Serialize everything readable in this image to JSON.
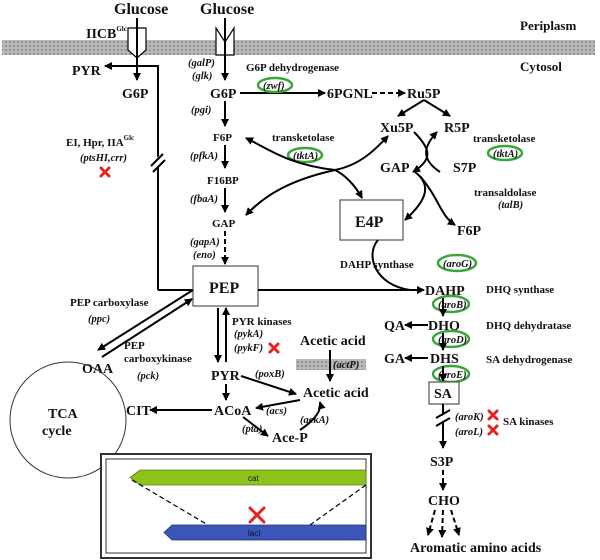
{
  "compartments": {
    "periplasm": "Periplasm",
    "cytosol": "Cytosol"
  },
  "metabolites": {
    "glucose_left": "Glucose",
    "glucose_right": "Glucose",
    "pyr_top": "PYR",
    "g6p_left": "G6P",
    "g6p": "G6P",
    "pgnl": "6PGNL",
    "ru5p": "Ru5P",
    "xu5p": "Xu5P",
    "r5p": "R5P",
    "gap_ppp": "GAP",
    "s7p": "S7P",
    "f6p_ppp": "F6P",
    "f6p": "F6P",
    "f16bp": "F16BP",
    "gap": "GAP",
    "pep": "PEP",
    "e4p": "E4P",
    "dahp": "DAHP",
    "dhq": "DHQ",
    "qa": "QA",
    "dhs": "DHS",
    "ga": "GA",
    "sa": "SA",
    "s3p": "S3P",
    "cho": "CHO",
    "aromatic": "Aromatic amino acids",
    "oaa": "OAA",
    "pyr": "PYR",
    "acoa": "ACoA",
    "cit": "CIT",
    "tca1": "TCA",
    "tca2": "cycle",
    "acetic_ext": "Acetic acid",
    "acetic": "Acetic acid",
    "acep": "Ace-P"
  },
  "enzymes": {
    "iicb": "IICB",
    "iicb_sup": "Glc",
    "pts": "EI, Hpr, IIA",
    "pts_sup": "Glc",
    "pts_genes": "(ptsHI,crr)",
    "galp": "(galP)",
    "glk": "(glk)",
    "g6pdh": "G6P dehydrogenase",
    "zwf": "(zwf)",
    "pgi": "(pgi)",
    "pfka": "(pfkA)",
    "fbaa": "(fbaA)",
    "gapa": "(gapA)",
    "eno": "(eno)",
    "tk_mid": "transketolase",
    "tkta_mid": "(tktA)",
    "tk_right": "transketolase",
    "tkta_right": "(tktA)",
    "tal": "transaldolase",
    "talb": "(talB)",
    "dahps": "DAHP synthase",
    "arog": "(aroG)",
    "dhqs": "DHQ synthase",
    "arob": "(aroB)",
    "dhqd": "DHQ dehydratase",
    "arod": "(aroD)",
    "sadh": "SA dehydrogenase",
    "aroe": "(aroE)",
    "arok": "(aroK)",
    "arol": "(aroL)",
    "sak": "SA kinases",
    "ppc_name": "PEP carboxylase",
    "ppc": "(ppc)",
    "pck_name1": "PEP",
    "pck_name2": "carboxykinase",
    "pck": "(pck)",
    "pyk": "PYR kinases",
    "pyka": "(pykA)",
    "pykf": "(pykF)",
    "poxb": "(poxB)",
    "actp": "(actP)",
    "acs": "(acs)",
    "pta": "(pta)",
    "acka": "(ackA)"
  },
  "genes_box": {
    "cat": "cat",
    "laci": "lacI"
  },
  "colors": {
    "knockout": "#e52222",
    "overexpressed_ring": "#3aa63a",
    "cat_bar": "#8cc21a",
    "laci_bar": "#3b55b8"
  }
}
